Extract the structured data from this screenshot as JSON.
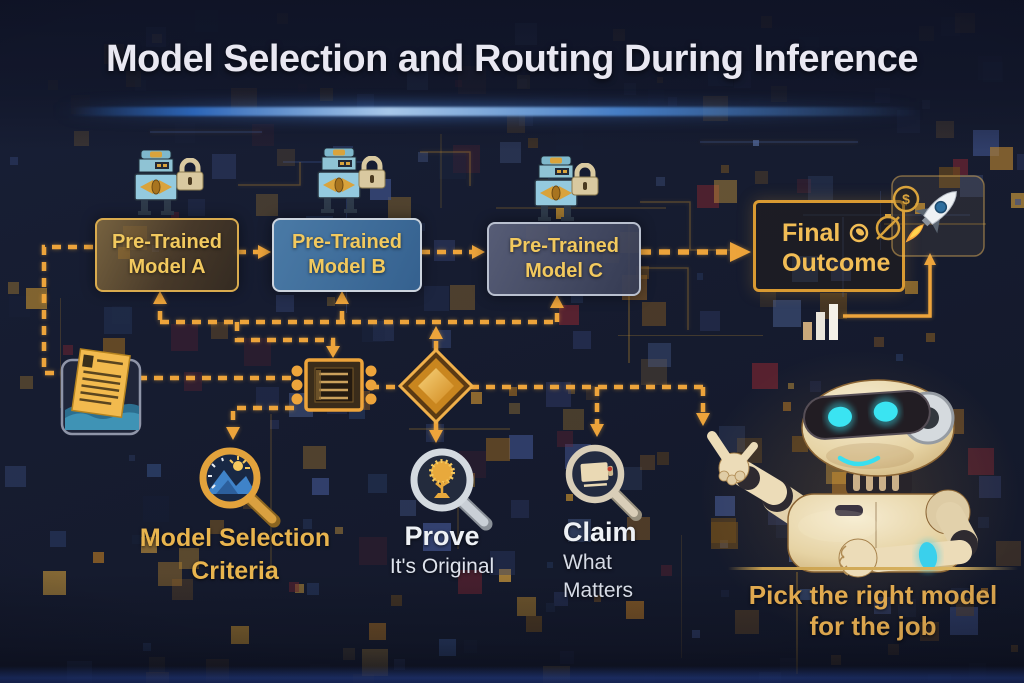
{
  "title": "Model Selection and Routing During Inference",
  "models": [
    {
      "line1": "Pre-Trained",
      "line2": "Model A"
    },
    {
      "line1": "Pre-Trained",
      "line2": "Model B"
    },
    {
      "line1": "Pre-Trained",
      "line2": "Model C"
    }
  ],
  "final": {
    "line1": "Final",
    "line2": "Outcome"
  },
  "labels": {
    "criteria_line1": "Model Selection",
    "criteria_line2": "Criteria",
    "prove_title": "Prove",
    "prove_sub": "It's Original",
    "claim_title": "Claim",
    "claim_sub1": "What",
    "claim_sub2": "Matters",
    "caption_line1": "Pick the right model",
    "caption_line2": "for the job",
    "coin_symbol": "$"
  },
  "icons": {
    "machine": "ai-model-machine-icon",
    "lock": "lock-icon",
    "document": "document-tray-icon",
    "router": "chip-router-icon",
    "decision": "decision-diamond-icon",
    "criteria": "criteria-magnifier-icon",
    "prove": "prove-magnifier-icon",
    "claim": "claim-magnifier-icon",
    "chart": "bar-chart-icon",
    "coin": "dollar-coin-icon",
    "timer": "timer-icon",
    "rocket": "rocket-icon",
    "clock": "clock-icon",
    "robot": "robot-mascot"
  },
  "colors": {
    "arrow": "#eda43b",
    "gold": "#f2c95e",
    "title": "#e9e8f2",
    "caption": "#e0a94f",
    "accent_blue": "#3f6c99"
  }
}
